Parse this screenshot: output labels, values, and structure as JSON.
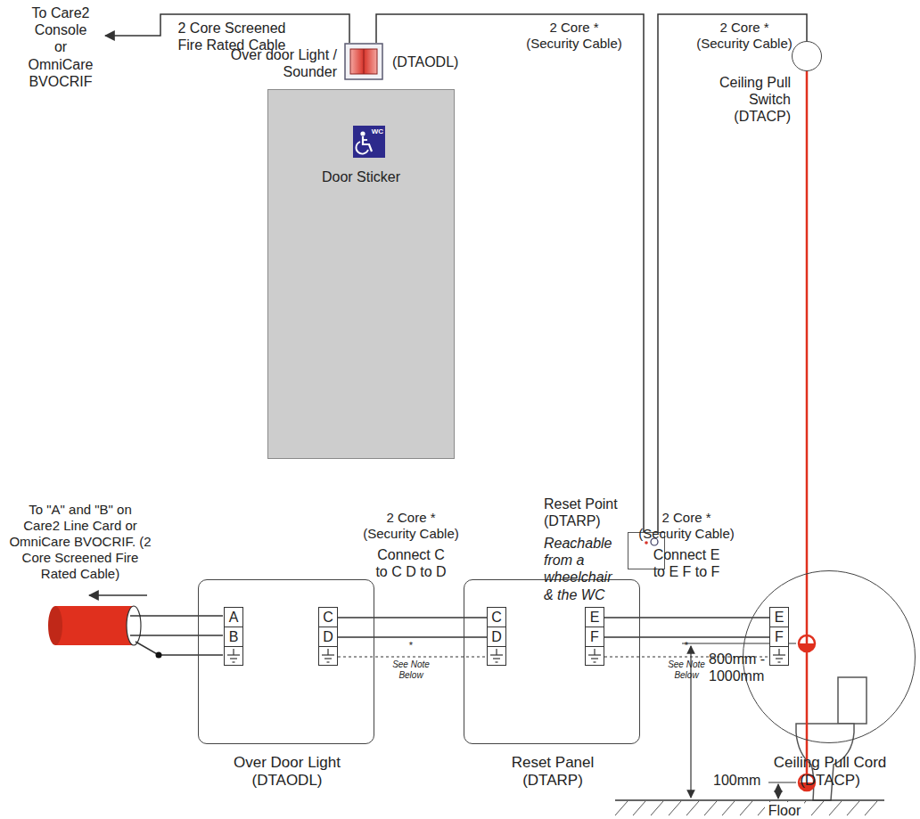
{
  "diagram": {
    "nodes": [
      {
        "text": [
          "Over door Light / Sounder",
          "(DTAODL)"
        ]
      },
      {
        "text": [
          "Door Sticker"
        ]
      },
      {
        "text": [
          "WC"
        ],
        "in": 1
      },
      {
        "text": [
          "Ceiling Pull Switch (DTACP)"
        ]
      },
      {
        "text": [
          "Reset Point (DTARP)",
          "Reachable from a wheelchair & the WC"
        ]
      },
      {
        "text": [
          "Over Door Light (DTAODL)"
        ]
      },
      {
        "text": [
          "A",
          "B"
        ],
        "in": 5
      },
      {
        "text": [
          "C",
          "D"
        ],
        "in": 5
      },
      {
        "text": [
          "Reset Panel (DTARP)"
        ]
      },
      {
        "text": [
          "C",
          "D"
        ],
        "in": 8
      },
      {
        "text": [
          "E",
          "F"
        ],
        "in": 8
      },
      {
        "text": [
          "Ceiling Pull Cord (DTACP)"
        ]
      },
      {
        "text": [
          "E",
          "F"
        ],
        "in": 11
      }
    ],
    "edges": [
      {
        "from": 0,
        "to": 4,
        "label": "2 Core * (Security Cable)",
        "arrow": "none"
      },
      {
        "from": 4,
        "to": 3,
        "label": "2 Core * (Security Cable)",
        "arrow": "none"
      },
      {
        "from": 7,
        "to": 9,
        "label": "2 Core * (Security Cable)",
        "arrow": "none"
      },
      {
        "from": 10,
        "to": 12,
        "label": "2 Core * (Security Cable)",
        "arrow": "none"
      }
    ],
    "labels": [
      "To Care2 Console or OmniCare BVOCRIF",
      "2 Core Screened Fire Rated Cable",
      "800mm - 1000mm",
      "100mm",
      "Floor",
      "To \"A\" and \"B\" on Care2 Line Card or OmniCare BVOCRIF. (2 Core Screened Fire Rated Cable)",
      "Connect C to C D to D",
      "*",
      "See Note Below",
      "Connect E to E F to F",
      "*",
      "See Note Below"
    ]
  }
}
